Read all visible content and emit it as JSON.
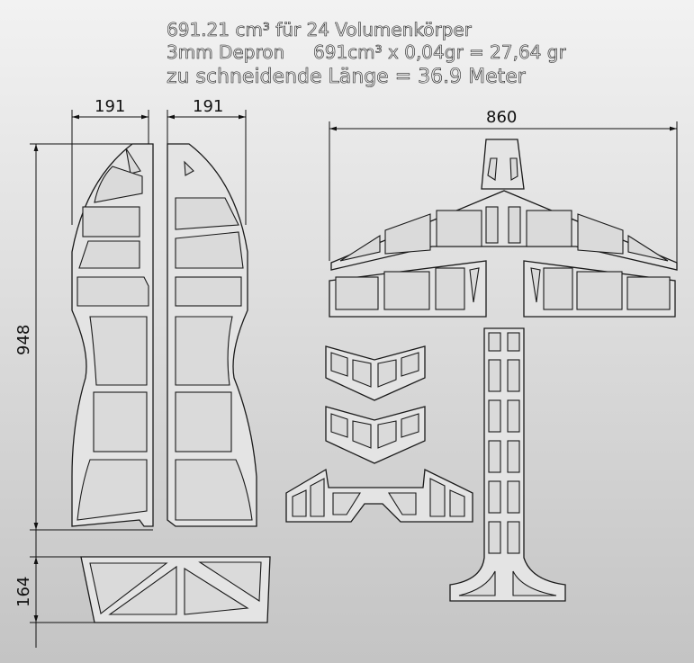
{
  "header": {
    "line1": "691.21 cm³ für 24 Volumenkörper",
    "line2a": "3mm Depron",
    "line2b": "691cm³ x 0,04gr = 27,64 gr",
    "line3": "zu schneidende Länge = 36.9 Meter"
  },
  "dimensions": {
    "left_width": "191",
    "right_width": "191",
    "height": "948",
    "bottom_height": "164",
    "wing_span": "860"
  }
}
